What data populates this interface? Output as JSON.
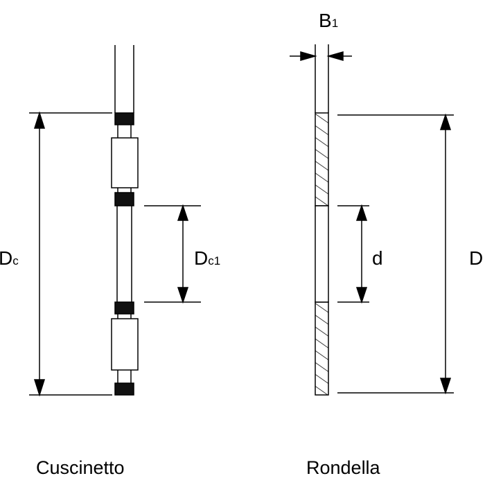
{
  "labels": {
    "b1_main": "B",
    "b1_sub": "1",
    "dc_main": "D",
    "dc_sub": "c",
    "dc1_main": "D",
    "dc1_sub": "c1",
    "d_small": "d",
    "d_big": "D"
  },
  "captions": {
    "bearing": "Cuscinetto",
    "washer": "Rondella"
  }
}
